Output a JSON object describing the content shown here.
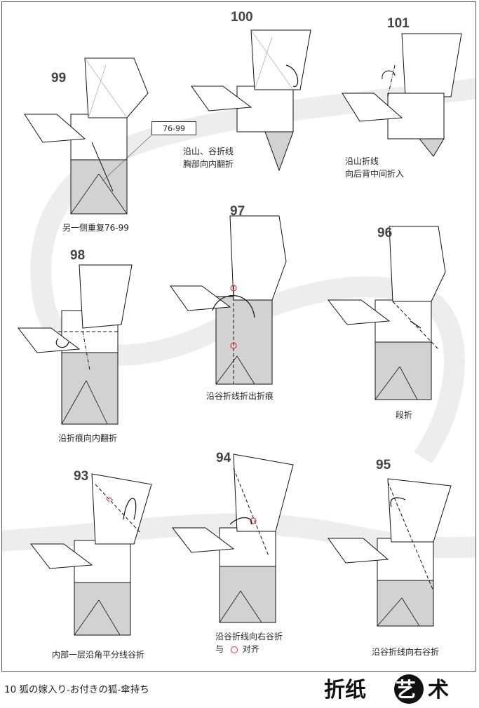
{
  "steps": [
    {
      "num": "99",
      "caption": [
        "另一侧重复76-99"
      ],
      "ref_box": "76-99"
    },
    {
      "num": "100",
      "caption": [
        "沿山、谷折线",
        "胸部向内翻折"
      ]
    },
    {
      "num": "101",
      "caption": [
        "沿山折线",
        "向后背中间折入"
      ]
    },
    {
      "num": "98",
      "caption": [
        "沿折痕向内翻折"
      ]
    },
    {
      "num": "97",
      "caption": [
        "沿谷折线折出折痕"
      ]
    },
    {
      "num": "96",
      "caption": [
        "段折"
      ]
    },
    {
      "num": "93",
      "caption": [
        "内部一层沿角平分线谷折"
      ]
    },
    {
      "num": "94",
      "caption": [
        "沿谷折线向右谷折",
        "与",
        "对齐"
      ]
    },
    {
      "num": "95",
      "caption": [
        "沿谷折线向右谷折"
      ]
    }
  ],
  "footer": {
    "page_label": "10  狐の嫁入り-お付きの狐-傘持ち",
    "logo_text": "折纸艺术"
  },
  "colors": {
    "paper_white": "#ffffff",
    "paper_gray": "#d2d2d2",
    "background_swirl": "#eeeeee",
    "line": "#111111",
    "marker_red": "#d43a3a"
  }
}
